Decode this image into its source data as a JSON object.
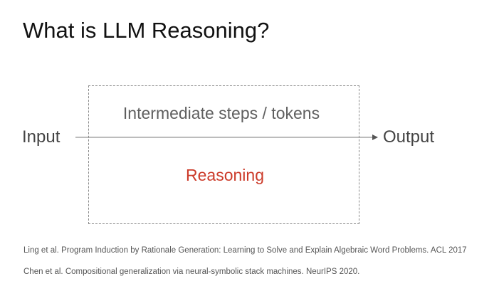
{
  "slide": {
    "title": "What is LLM Reasoning?"
  },
  "diagram": {
    "input_label": "Input",
    "output_label": "Output",
    "intermediate_label": "Intermediate steps / tokens",
    "reasoning_label": "Reasoning",
    "colors": {
      "reasoning": "#cc3b2a",
      "box_border": "#8a8a8a",
      "arrow": "#7a7a7a"
    }
  },
  "references": [
    "Ling et al. Program Induction by Rationale Generation: Learning to Solve and Explain Algebraic Word Problems. ACL 2017",
    "Chen et al.  Compositional generalization via neural-symbolic stack machines. NeurIPS  2020."
  ]
}
